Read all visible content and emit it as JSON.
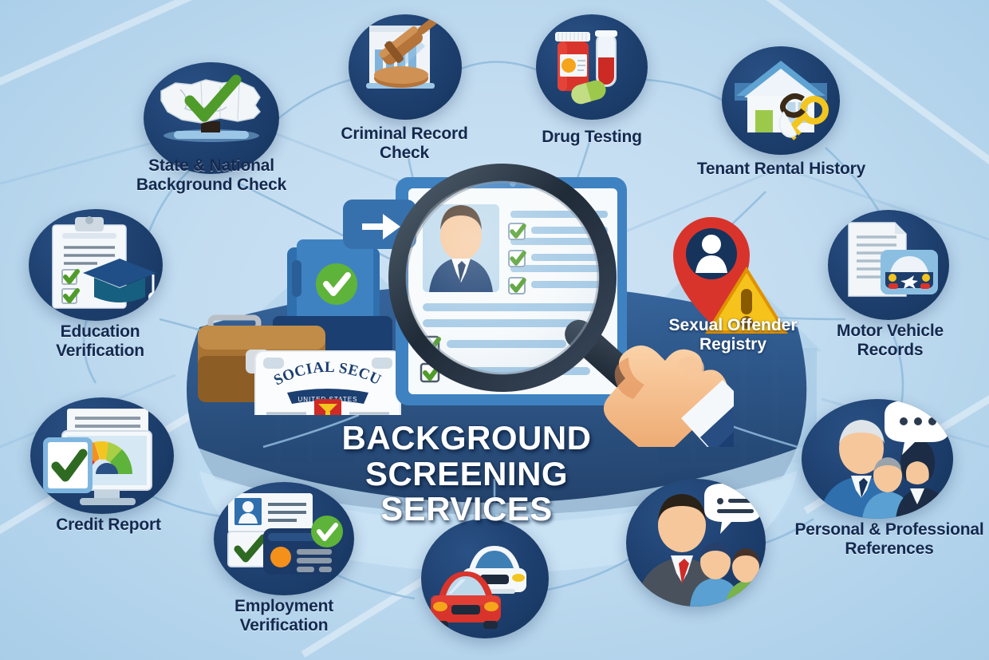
{
  "graphic": {
    "kind": "infographic",
    "title": "BACKGROUND SCREENING\nSERVICES",
    "background_color": "#bcdaee",
    "accent_color": "#1f4272",
    "label_color": "#14294f",
    "check_color": "#4f9c2a",
    "alert_color": "#e8332c"
  },
  "center": {
    "title": "BACKGROUND SCREENING\nSERVICES",
    "magnifier_name": "magnifying-glass",
    "document_name": "profile-document",
    "hand_name": "hand-holding-magnifier",
    "card_text": "SOCIAL SECURITY",
    "card_sub": "UNITED STATES"
  },
  "services": [
    {
      "id": "state-national-background-check",
      "label": "State & National\nBackground Check",
      "icon": "usa-map-check-icon"
    },
    {
      "id": "criminal-record-check",
      "label": "Criminal Record\nCheck",
      "icon": "gavel-icon"
    },
    {
      "id": "drug-testing",
      "label": "Drug Testing",
      "icon": "pill-bottle-test-tube-icon"
    },
    {
      "id": "tenant-rental-history",
      "label": "Tenant Rental History",
      "icon": "house-keys-icon"
    },
    {
      "id": "motor-vehicle-records",
      "label": "Motor Vehicle\nRecords",
      "icon": "document-car-icon"
    },
    {
      "id": "personal-professional-references",
      "label": "Personal & Professional\nReferences",
      "icon": "people-speech-bubble-icon"
    },
    {
      "id": "sexual-offender-registry",
      "label": "Sexual Offender\nRegistry",
      "icon": "map-pin-warning-icon"
    },
    {
      "id": "employment-verification",
      "label": "Employment\nVerification",
      "icon": "id-card-check-icon"
    },
    {
      "id": "credit-report",
      "label": "Credit Report",
      "icon": "credit-gauge-monitor-icon"
    },
    {
      "id": "education-verification",
      "label": "Education\nVerification",
      "icon": "clipboard-graduation-cap-icon"
    }
  ],
  "unlabeled_nodes": [
    {
      "id": "vehicles",
      "icon": "two-cars-icon"
    },
    {
      "id": "interview-group",
      "icon": "person-group-chat-icon"
    }
  ]
}
